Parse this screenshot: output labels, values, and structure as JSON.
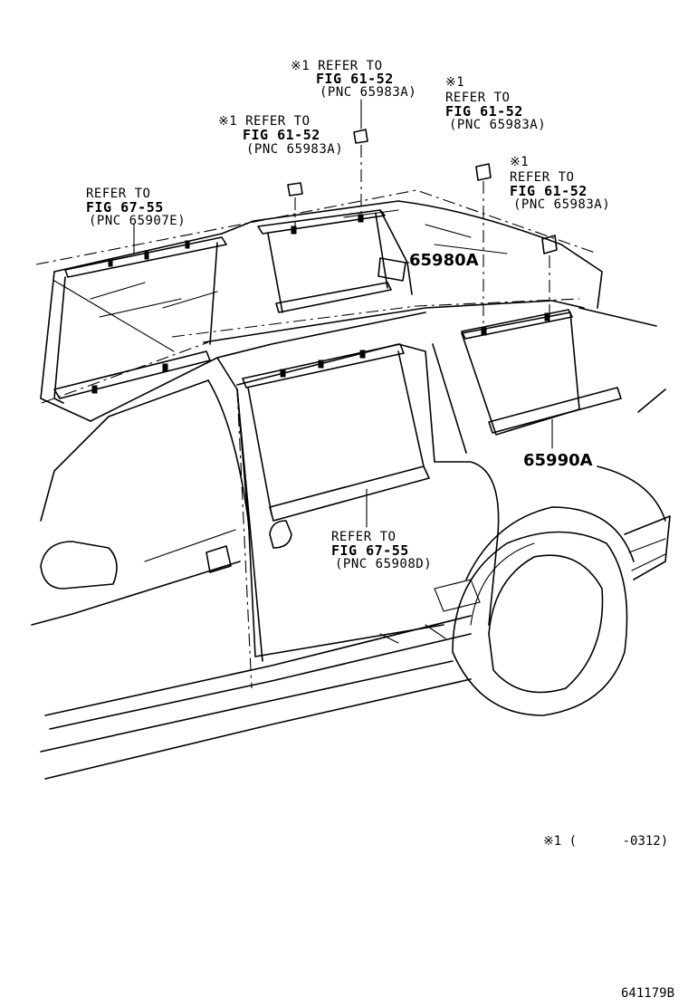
{
  "callouts": [
    {
      "id": "rear-quarter-shade",
      "lines": [
        "REFER TO",
        "FIG 67-55",
        "(PNC 65907E)"
      ],
      "bold_line": 1
    },
    {
      "id": "clip-1",
      "lines": [
        "※1 REFER TO",
        "FIG 61-52",
        "(PNC 65983A)"
      ],
      "bold_line": 1
    },
    {
      "id": "clip-2",
      "lines": [
        "※1 REFER TO",
        "FIG 61-52",
        "(PNC 65983A)"
      ],
      "bold_line": 1
    },
    {
      "id": "clip-3",
      "lines": [
        "※1",
        "REFER TO",
        "FIG 61-52",
        "(PNC 65983A)"
      ],
      "bold_line": 2
    },
    {
      "id": "clip-4",
      "lines": [
        "※1",
        "REFER TO",
        "FIG 61-52",
        "(PNC 65983A)"
      ],
      "bold_line": 2
    },
    {
      "id": "rear-door-shade",
      "lines": [
        "REFER TO",
        "FIG 67-55",
        "(PNC 65908D)"
      ],
      "bold_line": 1
    }
  ],
  "parts": {
    "p1": "65980A",
    "p2": "65990A"
  },
  "footnote": "※1 (      -0312)",
  "figure_id": "641179B"
}
